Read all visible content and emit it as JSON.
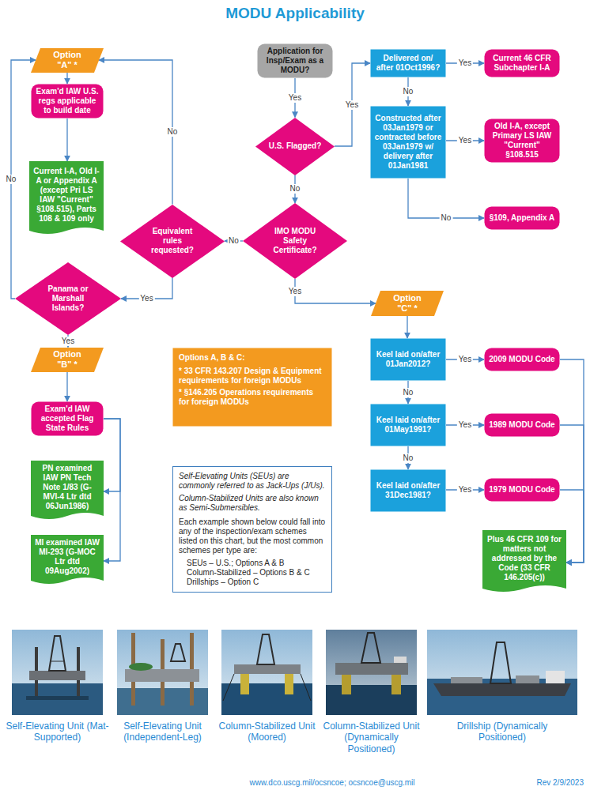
{
  "diagram": {
    "title": "MODU Applicability",
    "nodes": [
      {
        "text": [
          "Option \"A\" *"
        ]
      },
      {
        "text": [
          "Exam'd IAW U.S. regs applicable to build date"
        ]
      },
      {
        "text": [
          "Current I-A, Old I-A or Appendix A (except Pri LS IAW \"Current\" §108.515), Parts 108 & 109 only"
        ]
      },
      {
        "text": [
          "Application for Insp/Exam as a MODU?"
        ]
      },
      {
        "text": [
          "Delivered on/ after 01Oct1996?"
        ]
      },
      {
        "text": [
          "Current 46 CFR Subchapter I-A"
        ]
      },
      {
        "text": [
          "Constructed after 03Jan1979 or contracted before 03Jan1979 w/ delivery after 01Jan1981"
        ]
      },
      {
        "text": [
          "Old I-A, except Primary LS IAW \"Current\" §108.515"
        ]
      },
      {
        "text": [
          "U.S. Flagged?"
        ]
      },
      {
        "text": [
          "§109, Appendix A"
        ]
      },
      {
        "text": [
          "Equivalent rules requested?"
        ]
      },
      {
        "text": [
          "IMO MODU Safety Certificate?"
        ]
      },
      {
        "text": [
          "Panama or Marshall Islands?"
        ]
      },
      {
        "text": [
          "Option \"B\" *"
        ]
      },
      {
        "text": [
          "Exam'd IAW accepted Flag State Rules"
        ]
      },
      {
        "text": [
          "Option \"C\" *"
        ]
      },
      {
        "text": [
          "Options A, B & C:",
          "* 33 CFR 143.207 Design & Equipment requirements for foreign MODUs",
          "* §146.205 Operations requirements for foreign MODUs"
        ]
      },
      {
        "text": [
          "Keel laid on/after 01Jan2012?"
        ]
      },
      {
        "text": [
          "2009 MODU Code"
        ]
      },
      {
        "text": [
          "PN examined IAW PN Tech Note 1/83 (G-MVI-4 Ltr dtd 06Jun1986)"
        ]
      },
      {
        "text": [
          "Keel laid on/after 01May1991?"
        ]
      },
      {
        "text": [
          "1989 MODU Code"
        ]
      },
      {
        "text": [
          "Self-Elevating Units (SEUs) are commonly referred to as Jack-Ups (J/Us).",
          "Column-Stabilized Units are also known as Semi-Submersibles.",
          "Each example shown below could fall into any of the inspection/exam schemes listed on this chart, but the most common schemes per type are:",
          "SEUs – U.S.; Options A & B",
          "Column-Stabilized – Options B & C",
          "Drillships – Option C"
        ]
      },
      {
        "text": [
          "MI examined IAW MI-293 (G-MOC Ltr dtd 09Aug2002)"
        ]
      },
      {
        "text": [
          "Keel laid on/after 31Dec1981?"
        ]
      },
      {
        "text": [
          "1979 MODU Code"
        ]
      },
      {
        "text": [
          "Plus 46 CFR 109 for matters not addressed by the Code (33 CFR 146.205(c))"
        ]
      }
    ],
    "edges": [
      {
        "from": 3,
        "to": 8,
        "arrow": "to",
        "label": "Yes"
      },
      {
        "from": 8,
        "to": 4,
        "arrow": "to",
        "label": "Yes"
      },
      {
        "from": 4,
        "to": 5,
        "arrow": "to",
        "label": "Yes"
      },
      {
        "from": 4,
        "to": 6,
        "arrow": "to",
        "label": "No"
      },
      {
        "from": 6,
        "to": 7,
        "arrow": "to",
        "label": "Yes"
      },
      {
        "from": 6,
        "to": 9,
        "arrow": "to",
        "label": "No"
      },
      {
        "from": 8,
        "to": 11,
        "arrow": "to",
        "label": "No"
      },
      {
        "from": 11,
        "to": 10,
        "arrow": "to",
        "label": "No"
      },
      {
        "from": 10,
        "to": 0,
        "arrow": "to",
        "label": "No"
      },
      {
        "from": 10,
        "to": 12,
        "arrow": "to",
        "label": "Yes"
      },
      {
        "from": 12,
        "to": 0,
        "arrow": "to",
        "label": "No"
      },
      {
        "from": 12,
        "to": 13,
        "arrow": "to",
        "label": "Yes"
      },
      {
        "from": 0,
        "to": 1,
        "arrow": "to"
      },
      {
        "from": 1,
        "to": 2,
        "arrow": "to"
      },
      {
        "from": 13,
        "to": 14,
        "arrow": "to"
      },
      {
        "from": 14,
        "to": 19,
        "arrow": "to"
      },
      {
        "from": 14,
        "to": 23,
        "arrow": "to"
      },
      {
        "from": 11,
        "to": 15,
        "arrow": "to",
        "label": "Yes"
      },
      {
        "from": 15,
        "to": 17,
        "arrow": "to"
      },
      {
        "from": 17,
        "to": 18,
        "arrow": "to",
        "label": "Yes"
      },
      {
        "from": 17,
        "to": 20,
        "arrow": "to",
        "label": "No"
      },
      {
        "from": 20,
        "to": 21,
        "arrow": "to",
        "label": "Yes"
      },
      {
        "from": 20,
        "to": 24,
        "arrow": "to",
        "label": "No"
      },
      {
        "from": 24,
        "to": 25,
        "arrow": "to",
        "label": "Yes"
      },
      {
        "from": 18,
        "to": 26,
        "arrow": "to"
      },
      {
        "from": 21,
        "to": 26,
        "arrow": "to"
      },
      {
        "from": 25,
        "to": 26,
        "arrow": "to"
      }
    ],
    "labels": [
      "Self-Elevating Unit (Mat-Supported)",
      "Self-Elevating Unit (Independent-Leg)",
      "Column-Stabilized Unit (Moored)",
      "Column-Stabilized Unit (Dynamically Positioned)",
      "Drillship (Dynamically Positioned)",
      "www.dco.uscg.mil/ocsncoe; ocsncoe@uscg.mil",
      "Rev 2/9/2023"
    ]
  }
}
